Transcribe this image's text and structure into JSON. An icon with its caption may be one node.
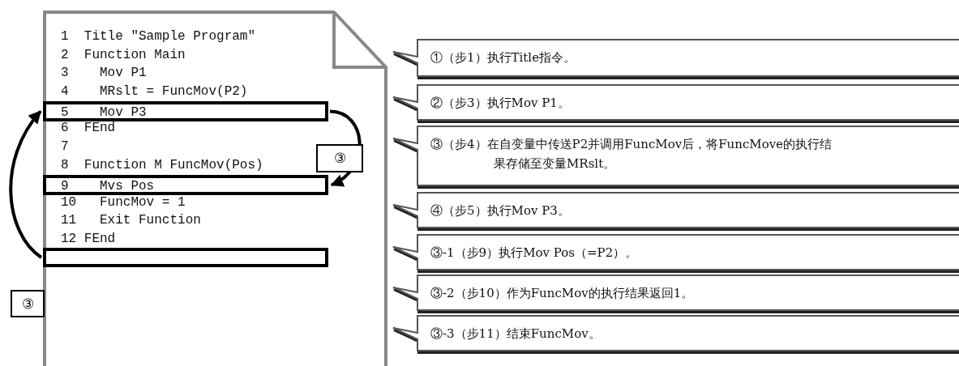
{
  "diagram": {
    "nodes": [
      {
        "text": [
          "1  Title \"Sample Program\"",
          "2  Function Main",
          "3    Mov P1",
          "4    MRslt = FuncMov(P2)",
          "6  FEnd",
          "7",
          "8  Function M FuncMov(Pos)",
          "10   FuncMov = 1",
          "11   Exit Function",
          "12 FEnd"
        ]
      },
      {
        "text": [
          "5    Mov P3"
        ],
        "in": 0
      },
      {
        "text": [
          "9    Mvs Pos"
        ],
        "in": 0
      },
      {
        "text": [],
        "shape": "box",
        "in": 0
      },
      {
        "text": [
          "①（步1）执行Title指令。"
        ]
      },
      {
        "text": [
          "②（步3）执行Mov P1。"
        ]
      },
      {
        "text": [
          "③（步4）在自变量中传送P2并调用FuncMov后，将FuncMove的执行结果存储至变量MRslt。"
        ]
      },
      {
        "text": [
          "④（步5）执行Mov P3。"
        ]
      },
      {
        "text": [
          "③-1（步9）执行Mov Pos（=P2）。"
        ]
      },
      {
        "text": [
          "③-2（步10）作为FuncMov的执行结果返回1。"
        ]
      },
      {
        "text": [
          "③-3（步11）结束FuncMov。"
        ]
      }
    ],
    "edges": [
      {
        "from": 1,
        "to": 2,
        "arrow": "to",
        "label": "③"
      },
      {
        "from": 3,
        "to": 1,
        "arrow": "to",
        "label": "③"
      }
    ]
  }
}
